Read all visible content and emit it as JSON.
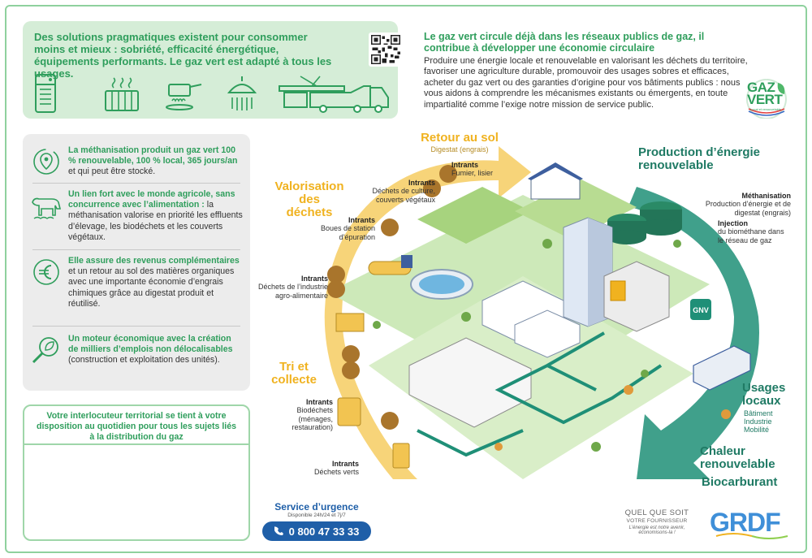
{
  "top_card": {
    "headline": "Des solutions pragmatiques existent pour consommer moins et mieux : sobriété, efficacité énergétique, équipements performants. Le gaz vert est adapté à tous les usages.",
    "icons": [
      "water-heater-icon",
      "radiator-icon",
      "cooktop-icon",
      "shower-icon",
      "garbage-truck-icon"
    ]
  },
  "circular": {
    "title": "Le gaz vert circule déjà dans les réseaux publics de gaz, il contribue à développer une économie circulaire",
    "body": "Produire une énergie locale et renouvelable en valorisant les déchets du territoire, favoriser une agriculture durable, promouvoir des usages sobres et efficaces, acheter du gaz vert ou des garanties d’origine pour vos bâtiments publics : nous vous aidons à comprendre les mécanismes existants ou émergents, en toute impartialité comme l’exige notre mission de service public."
  },
  "gazvert_logo": {
    "line1": "GAZ",
    "line2": "VERT",
    "tagline": "Local et renouvelable"
  },
  "left_panel": [
    {
      "icon": "methanisation-cycle-icon",
      "bold_green": "La méthanisation produit un gaz vert 100 % renouvelable, 100 % local, 365 jours/an",
      "rest": " et qui peut être stocké."
    },
    {
      "icon": "cow-icon",
      "bold_green": "Un lien fort avec le monde agricole, sans concurrence avec l’alimentation :",
      "rest": " la méthanisation valorise en priorité les effluents d’élevage, les biodéchets et les couverts végétaux."
    },
    {
      "icon": "euro-icon",
      "bold_green": "Elle assure des revenus complémentaires",
      "rest": " et un retour au sol des matières organiques avec une importante économie d’engrais chimiques grâce au digestat produit et réutilisé."
    },
    {
      "icon": "magnifier-leaf-icon",
      "bold_green": "Un moteur économique avec la création de milliers d’emplois non délocalisables",
      "rest": " (construction et exploitation des unités)."
    }
  ],
  "contact": {
    "text": "Votre interlocuteur territorial se tient à votre disposition au quotidien pour tous les sujets liés à la distribution du gaz"
  },
  "urgency": {
    "title": "Service d’urgence",
    "subtitle": "Disponible 24h/24 et 7j/7",
    "phone": "0 800 47 33 33"
  },
  "footer": {
    "slogan_1": "QUEL QUE SOIT",
    "slogan_2": "VOTRE FOURNISSEUR",
    "slogan_3": "L’énergie est notre avenir, économisons-la !",
    "brand": "GRDF"
  },
  "infographic": {
    "stages": {
      "retour": {
        "title": "Retour au sol",
        "sub": "Digestat (engrais)"
      },
      "valorisation": {
        "title": "Valorisation des déchets"
      },
      "tri": {
        "title": "Tri et collecte"
      },
      "production": {
        "title": "Production d’énergie renouvelable"
      },
      "usages": {
        "title": "Usages locaux",
        "items": [
          "Bâtiment",
          "Industrie",
          "Mobilité"
        ]
      },
      "chaleur": {
        "title": "Chaleur renouvelable"
      },
      "biocarburant": {
        "title": "Biocarburant"
      }
    },
    "inputs": [
      {
        "head": "Intrants",
        "text": "Fumier, lisier"
      },
      {
        "head": "Intrants",
        "text": "Déchets de culture, couverts végétaux"
      },
      {
        "head": "Intrants",
        "text": "Boues de station d’épuration"
      },
      {
        "head": "Intrants",
        "text": "Déchets de l’industrie agro-alimentaire"
      },
      {
        "head": "Intrants",
        "text": "Biodéchets (ménages, restauration)"
      },
      {
        "head": "Intrants",
        "text": "Déchets verts"
      }
    ],
    "methanisation": {
      "head": "Méthanisation",
      "text": "Production d’énergie et de digestat (engrais)"
    },
    "injection": {
      "head": "Injection",
      "text": "du biométhane dans le réseau de gaz"
    },
    "gnv_sign": "GNV"
  },
  "colors": {
    "green": "#2f9e5c",
    "light_green": "#d5edd7",
    "yellow": "#f0b21f",
    "teal": "#1f7a64",
    "blue": "#1f5fa8"
  }
}
